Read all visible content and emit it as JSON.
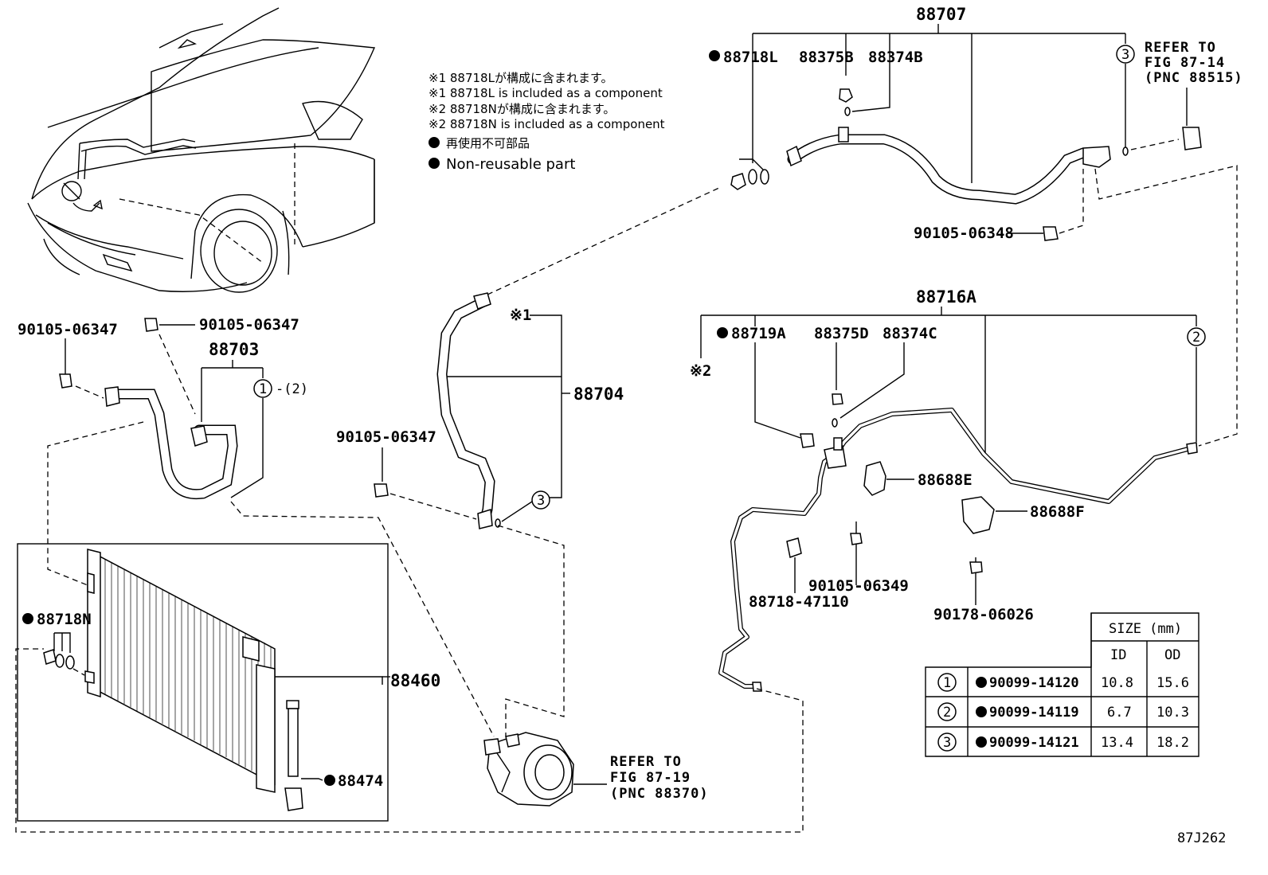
{
  "notes": {
    "n1_jp": "※1 88718Lが構成に含まれます。",
    "n1_en": "※1 88718L is included as a component",
    "n2_jp": "※2 88718Nが構成に含まれます。",
    "n2_en": "※2 88718N is included as a component",
    "nr_jp": "再使用不可部品",
    "nr_en": "Non-reusable part"
  },
  "labels": {
    "p88707": "88707",
    "p88718L": "88718L",
    "p88375B": "88375B",
    "p88374B": "88374B",
    "ref1_l1": "REFER TO",
    "ref1_l2": "FIG 87-14",
    "ref1_l3": "(PNC 88515)",
    "p90105_06348": "90105-06348",
    "p88716A": "88716A",
    "p88719A": "88719A",
    "p88375D": "88375D",
    "p88374C": "88374C",
    "mark2": "※2",
    "p88688E": "88688E",
    "p88688F": "88688F",
    "p88718_47110": "88718-47110",
    "p90105_06349": "90105-06349",
    "p90178_06026": "90178-06026",
    "p90105_06347_a": "90105-06347",
    "p90105_06347_b": "90105-06347",
    "p88703": "88703",
    "sub2": "-(2)",
    "mark1": "※1",
    "p88704": "88704",
    "p90105_06347_c": "90105-06347",
    "p88718N": "88718N",
    "p88460": "88460",
    "p88474": "88474",
    "ref2_l1": "REFER TO",
    "ref2_l2": "FIG 87-19",
    "ref2_l3": "(PNC 88370)",
    "fig_id": "87J262",
    "c1": "1",
    "c2": "2",
    "c3": "3",
    "c1b": "1",
    "c3b": "3"
  },
  "size_table": {
    "title": "SIZE (mm)",
    "col_id": "ID",
    "col_od": "OD",
    "rows": [
      {
        "circle": "1",
        "part": "90099-14120",
        "id": "10.8",
        "od": "15.6"
      },
      {
        "circle": "2",
        "part": "90099-14119",
        "id": "6.7",
        "od": "10.3"
      },
      {
        "circle": "3",
        "part": "90099-14121",
        "id": "13.4",
        "od": "18.2"
      }
    ]
  }
}
